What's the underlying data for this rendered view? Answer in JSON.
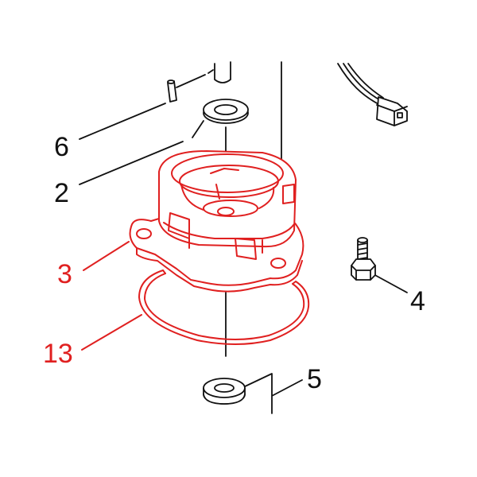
{
  "colors": {
    "highlight": "#e02020",
    "line": "#111111",
    "background": "#ffffff"
  },
  "callouts": {
    "six": "6",
    "two": "2",
    "three": "3",
    "thirteen": "13",
    "four": "4",
    "five": "5"
  }
}
